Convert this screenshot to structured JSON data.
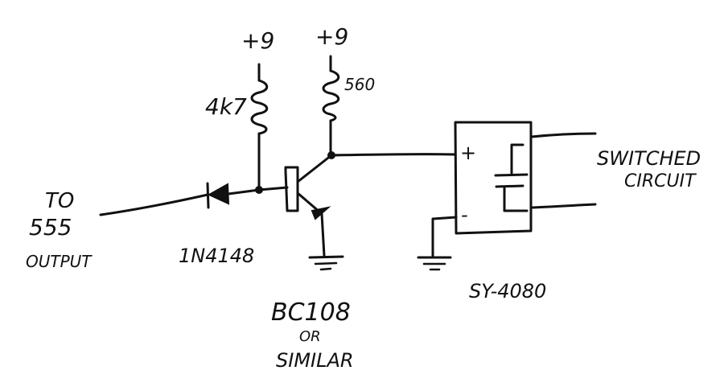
{
  "labels": {
    "supply_left": "+9",
    "supply_right": "+9",
    "resistor_base": "4k7",
    "resistor_collector": "560",
    "input_line1": "TO",
    "input_line2": "555",
    "input_line3": "OUTPUT",
    "diode": "1N4148",
    "transistor_line1": "BC108",
    "transistor_line2": "OR",
    "transistor_line3": "SIMILAR",
    "relay_plus": "+",
    "relay_minus": "-",
    "relay_part": "SY-4080",
    "output_line1": "SWITCHED",
    "output_line2": "CIRCUIT"
  }
}
